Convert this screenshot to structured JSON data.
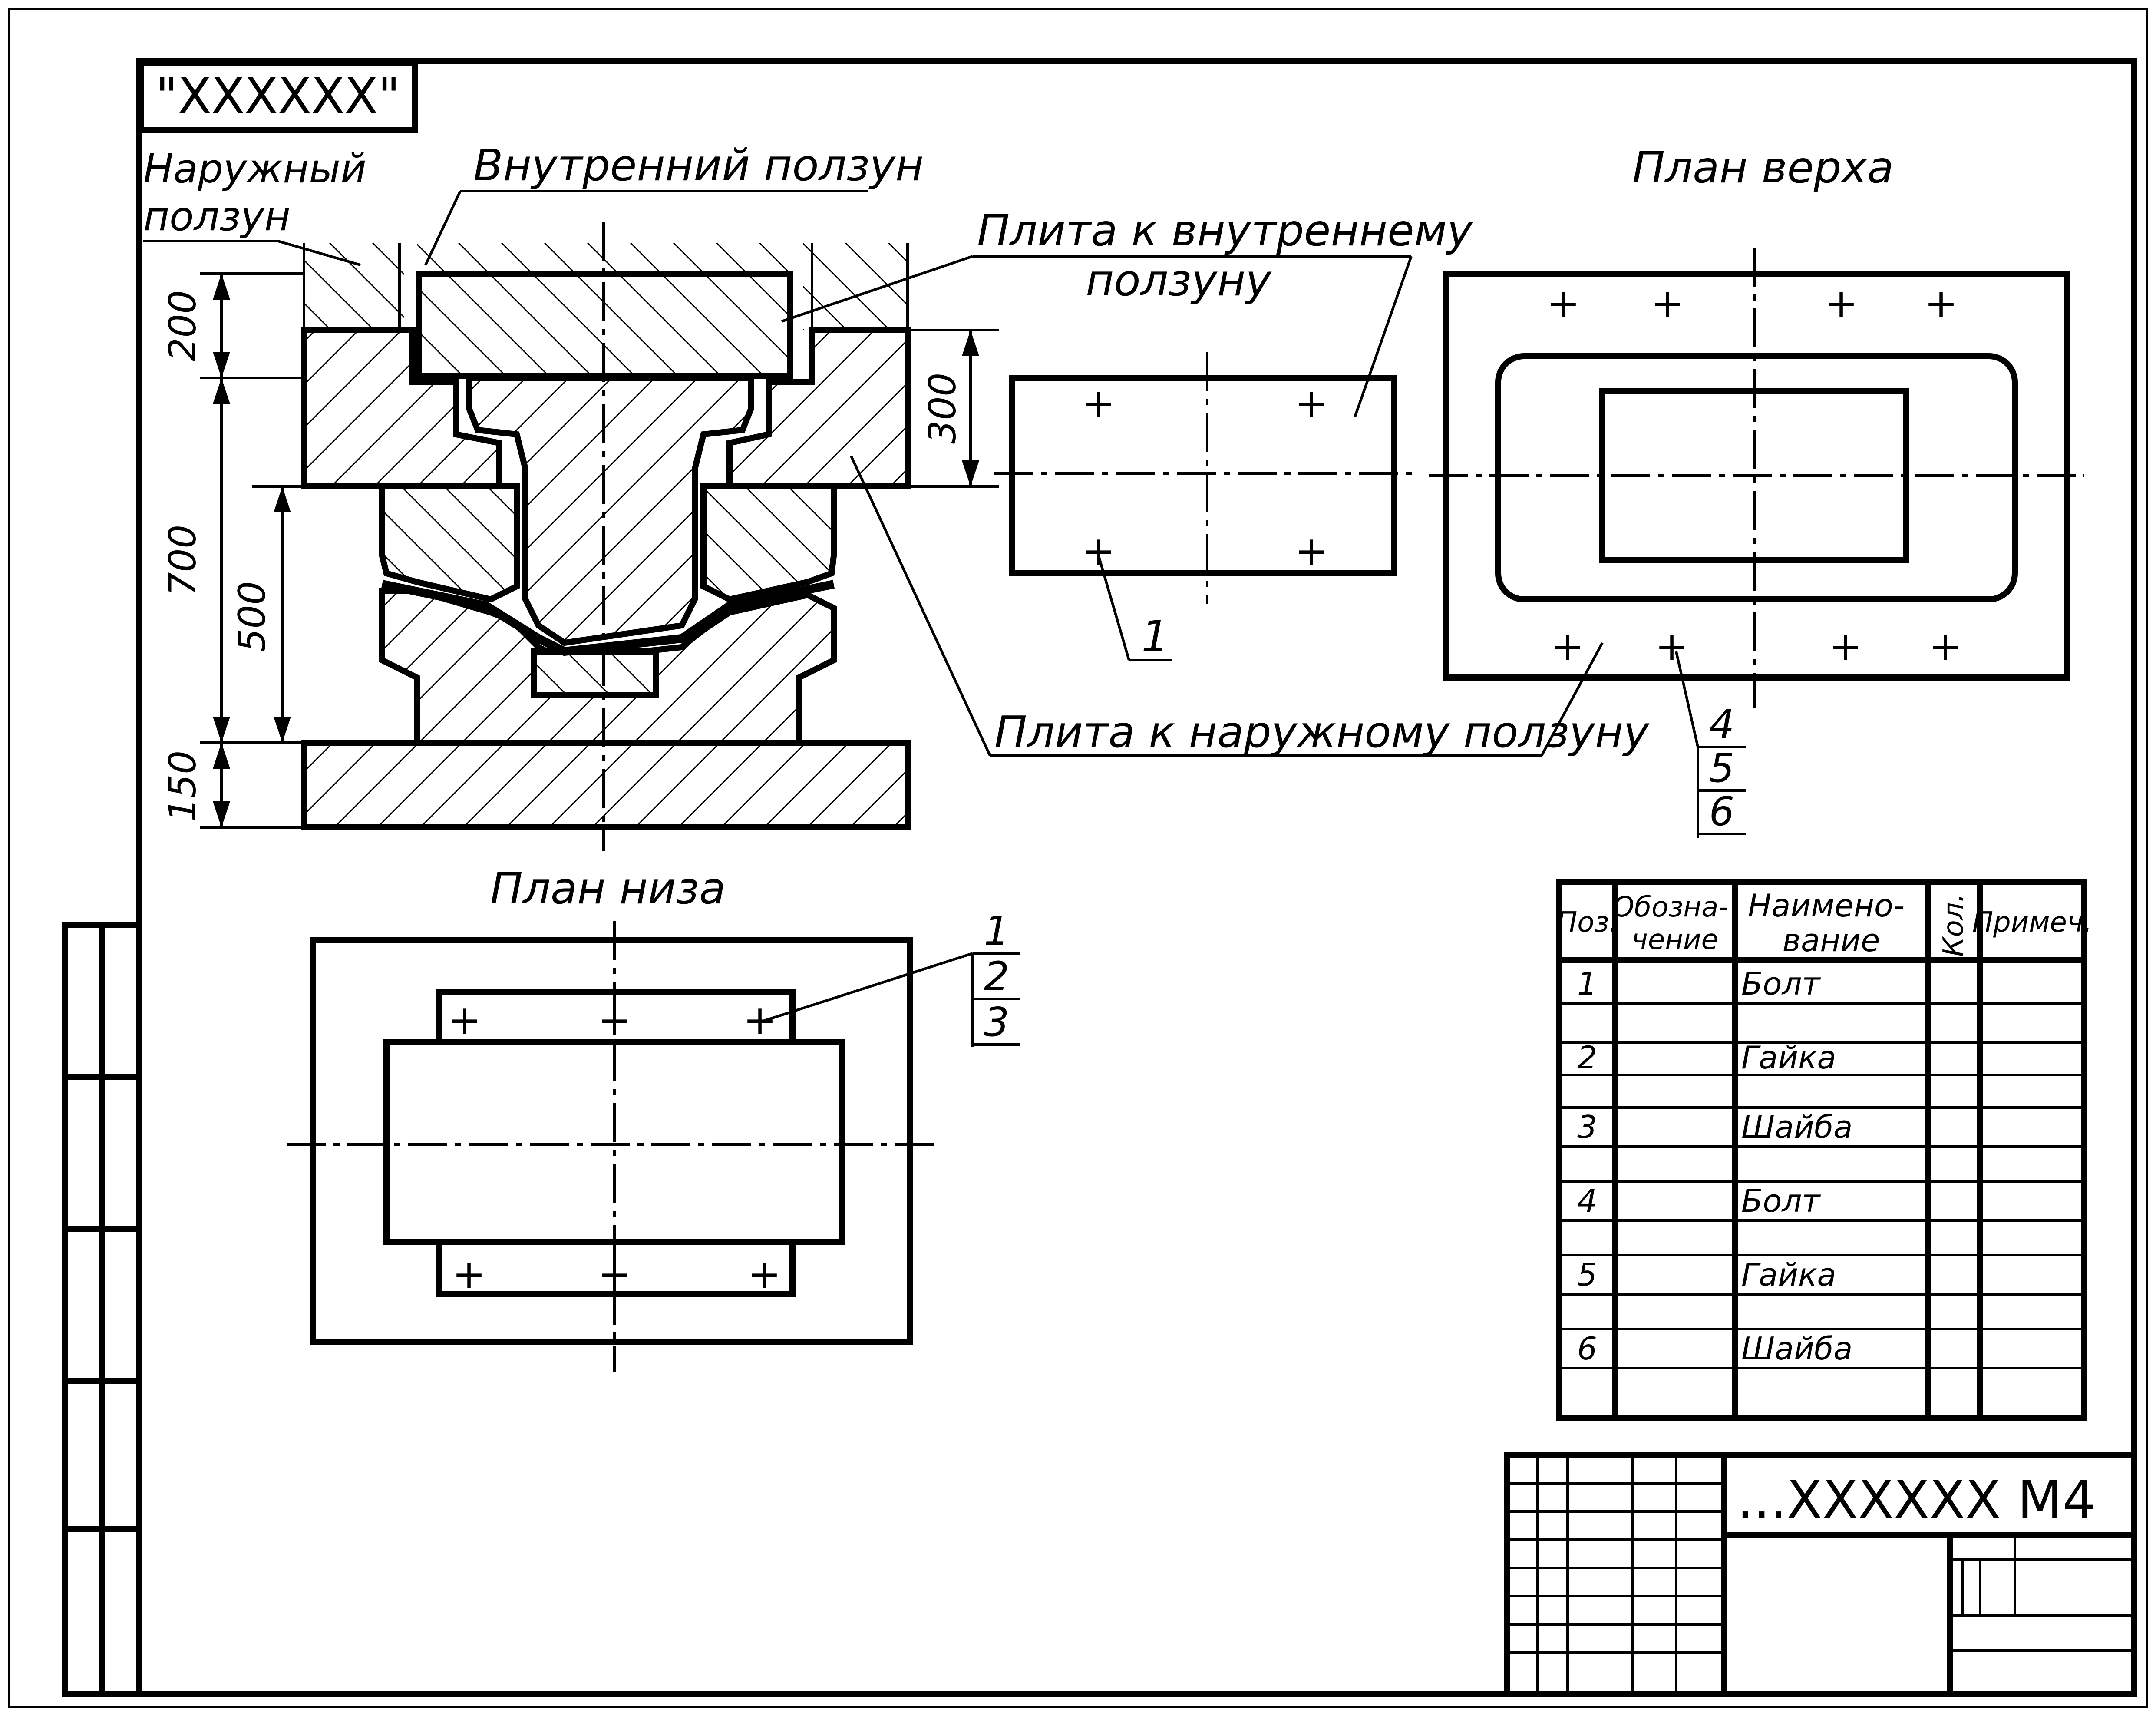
{
  "top_label": "\"XXXXXX\"",
  "labels": {
    "outer_slider": [
      "Наружный",
      "ползун"
    ],
    "inner_slider": "Внутренний ползун",
    "plate_inner": [
      "Плита к внутреннему",
      "ползуну"
    ],
    "plate_outer": "Плита к наружному ползуну",
    "plan_top": "План верха",
    "plan_bottom": "План низа"
  },
  "dimensions": {
    "d200": "200",
    "d700": "700",
    "d500": "500",
    "d150": "150",
    "d300": "300"
  },
  "callouts": {
    "plate_pos": "1",
    "top_plan": [
      "4",
      "5",
      "6"
    ],
    "bottom_plan": [
      "1",
      "2",
      "3"
    ]
  },
  "spec_table": {
    "headers": [
      "Поз.",
      "Обозна-\nчение",
      "Наимено-\nвание",
      "Кол.",
      "Примеч."
    ],
    "rows": [
      {
        "pos": "1",
        "name": "Болт"
      },
      {
        "pos": "2",
        "name": "Гайка"
      },
      {
        "pos": "3",
        "name": "Шайба"
      },
      {
        "pos": "4",
        "name": "Болт"
      },
      {
        "pos": "5",
        "name": "Гайка"
      },
      {
        "pos": "6",
        "name": "Шайба"
      }
    ]
  },
  "stamp_code": "...XXXXXX М4",
  "plus_mark": "+"
}
